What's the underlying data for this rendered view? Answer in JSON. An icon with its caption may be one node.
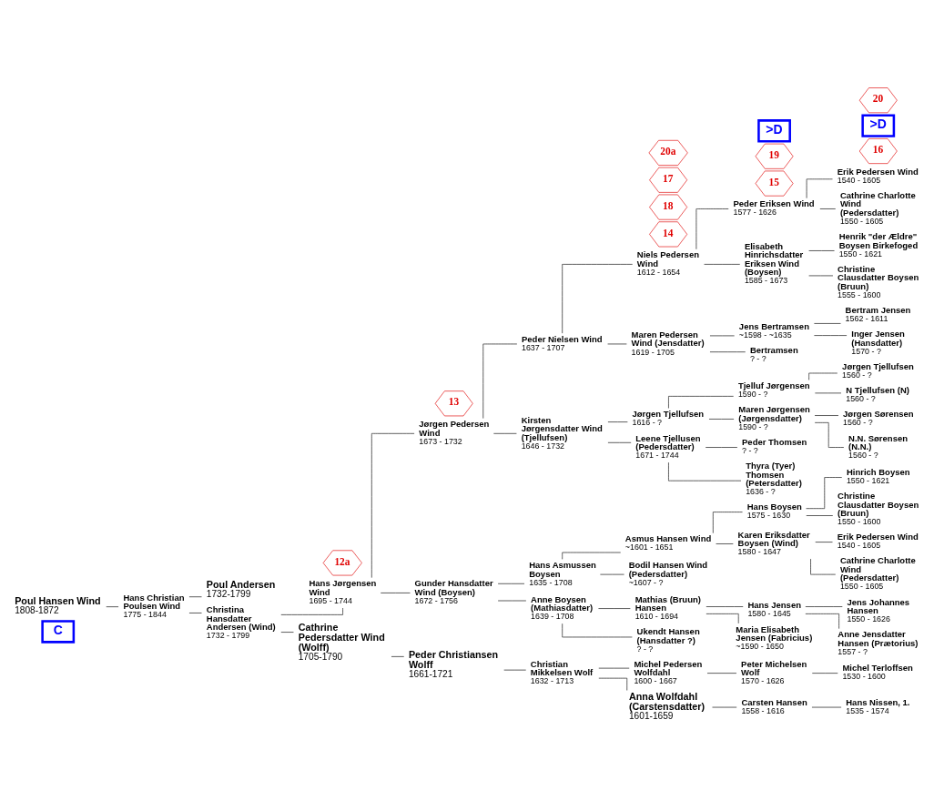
{
  "diagram": {
    "nodes": [
      {
        "text": [
          "C"
        ]
      },
      {
        "text": [
          "Hans Christian Poulsen Wind",
          "1775 - 1844"
        ]
      },
      {
        "text": [
          "Poul Hansen Wind",
          "1808-1872"
        ]
      },
      {
        "text": [
          "Poul Andersen",
          "1732-1799"
        ]
      },
      {
        "text": [
          "Christina Hansdatter Andersen (Wind)",
          "1732 - 1799"
        ]
      },
      {
        "text": [
          "Hans Jørgensen Wind",
          "1695 - 1744"
        ]
      },
      {
        "text": [
          "12a"
        ]
      },
      {
        "text": [
          "Cathrine Pedersdatter Wind (Wolff)",
          "1705-1790"
        ]
      },
      {
        "text": [
          "Jørgen Pedersen Wind",
          "1673 - 1732"
        ]
      },
      {
        "text": [
          "13"
        ]
      },
      {
        "text": [
          "Gunder Hansdatter Wind (Boysen)",
          "1672 - 1756"
        ]
      },
      {
        "text": [
          "Peder Christiansen Wolff",
          "1661-1721"
        ]
      },
      {
        "text": [
          "Peder Nielsen Wind",
          "1637 - 1707"
        ]
      },
      {
        "text": [
          "Kirsten Jørgensdatter Wind (Tjellufsen)",
          "1646 - 1732"
        ]
      },
      {
        "text": [
          "Hans Asmussen Boysen",
          "1635 - 1708"
        ]
      },
      {
        "text": [
          "Anne Boysen (Mathiasdatter)",
          "1639 - 1708"
        ]
      },
      {
        "text": [
          "Christian Mikkelsen Wolf",
          "1632 - 1713"
        ]
      },
      {
        "text": [
          "Niels Pedersen Wind",
          "1612 - 1654"
        ]
      },
      {
        "text": [
          "14"
        ]
      },
      {
        "text": [
          "Maren Pedersen Wind (Jensdatter)",
          "1619 - 1705"
        ]
      },
      {
        "text": [
          "Jørgen Tjellufsen",
          "1616 - ?"
        ]
      },
      {
        "text": [
          "Leene Tjellusen (Pedersdatter)",
          "1671 - 1744"
        ]
      },
      {
        "text": [
          "Asmus Hansen Wind",
          "~1601 - 1651"
        ]
      },
      {
        "text": [
          "18"
        ]
      },
      {
        "text": [
          "Bodil Hansen Wind (Pedersdatter)",
          "~1607 - ?"
        ]
      },
      {
        "text": [
          "Mathias (Bruun) Hansen",
          "1610 - 1694"
        ]
      },
      {
        "text": [
          "17"
        ]
      },
      {
        "text": [
          "Ukendt Hansen (Hansdatter ?)",
          "? - ?"
        ]
      },
      {
        "text": [
          "Michel Pedersen Wolfdahl",
          "1600 - 1667"
        ]
      },
      {
        "text": [
          "20a"
        ]
      },
      {
        "text": [
          "Anna Wolfdahl (Carstensdatter)",
          "1601-1659"
        ]
      },
      {
        "text": [
          "Peder Eriksen Wind",
          "1577 - 1626"
        ]
      },
      {
        "text": [
          "15"
        ]
      },
      {
        "text": [
          "Elisabeth Hinrichsdatter Eriksen Wind (Boysen)",
          "1585 - 1673"
        ]
      },
      {
        "text": [
          "Jens Bertramsen",
          "~1598 - ~1635"
        ]
      },
      {
        "text": [
          "Bertramsen",
          "? - ?"
        ]
      },
      {
        "text": [
          "Tjelluf Jørgensen",
          "1590 - ?"
        ]
      },
      {
        "text": [
          "Maren Jørgensen (Jørgensdatter)",
          "1590 - ?"
        ]
      },
      {
        "text": [
          "Peder Thomsen",
          "? - ?"
        ]
      },
      {
        "text": [
          "Thyra (Tyer) Thomsen (Petersdatter)",
          "1636 - ?"
        ]
      },
      {
        "text": [
          "Hans Boysen",
          "1575 - 1630"
        ]
      },
      {
        "text": [
          "19"
        ]
      },
      {
        "text": [
          "Karen Eriksdatter Boysen (Wind)",
          "1580 - 1647"
        ]
      },
      {
        "text": [
          "Hans Jensen",
          "1580 - 1645"
        ]
      },
      {
        "text": [
          "Maria Elisabeth Jensen (Fabricius)",
          "~1590 - 1650"
        ]
      },
      {
        "text": [
          "Peter Michelsen Wolf",
          "1570 - 1626"
        ]
      },
      {
        "text": [
          "Carsten Hansen",
          "1558 - 1616"
        ]
      },
      {
        "text": [
          ">D"
        ]
      },
      {
        "text": [
          "Erik Pedersen Wind",
          "1540 - 1605"
        ]
      },
      {
        "text": [
          "16"
        ]
      },
      {
        "text": [
          "Cathrine Charlotte Wind (Pedersdatter)",
          "1550 - 1605"
        ]
      },
      {
        "text": [
          "Henrik \"der Ældre\" Boysen Birkefoged",
          "1550 - 1621"
        ]
      },
      {
        "text": [
          "Christine Clausdatter Boysen (Bruun)",
          "1555 - 1600"
        ]
      },
      {
        "text": [
          "Bertram Jensen",
          "1562 - 1611"
        ]
      },
      {
        "text": [
          "Inger Jensen (Hansdatter)",
          "1570 - ?"
        ]
      },
      {
        "text": [
          "Jørgen Tjellufsen",
          "1560 - ?"
        ]
      },
      {
        "text": [
          "N Tjellufsen (N)",
          "1560 - ?"
        ]
      },
      {
        "text": [
          "Jørgen Sørensen",
          "1560 - ?"
        ]
      },
      {
        "text": [
          "N.N. Sørensen (N.N.)",
          "1560 - ?"
        ]
      },
      {
        "text": [
          ">D"
        ]
      },
      {
        "text": [
          "Hinrich Boysen",
          "1550 - 1621"
        ]
      },
      {
        "text": [
          "20"
        ]
      },
      {
        "text": [
          "Christine Clausdatter Boysen (Bruun)",
          "1550 - 1600"
        ]
      },
      {
        "text": [
          "Erik Pedersen Wind",
          "1540 - 1605"
        ]
      },
      {
        "text": [
          "Cathrine Charlotte Wind (Pedersdatter)",
          "1550 - 1605"
        ]
      },
      {
        "text": [
          "Jens Johannes Hansen",
          "1550 - 1626"
        ]
      },
      {
        "text": [
          "Anne Jensdatter Hansen (Prætorius)",
          "1557 - ?"
        ]
      },
      {
        "text": [
          "Michel Terloffsen",
          "1530 - 1600"
        ]
      },
      {
        "text": [
          "Hans Nissen, 1.",
          "1535 - 1574"
        ]
      }
    ],
    "edges": [
      {
        "from": 2,
        "to": 1,
        "arrow": "none"
      },
      {
        "from": 1,
        "to": 3,
        "arrow": "none"
      },
      {
        "from": 1,
        "to": 4,
        "arrow": "none"
      },
      {
        "from": 4,
        "to": 5,
        "arrow": "none"
      },
      {
        "from": 4,
        "to": 7,
        "arrow": "none"
      },
      {
        "from": 5,
        "to": 8,
        "arrow": "none"
      },
      {
        "from": 5,
        "to": 10,
        "arrow": "none"
      },
      {
        "from": 7,
        "to": 11,
        "arrow": "none"
      },
      {
        "from": 8,
        "to": 12,
        "arrow": "none"
      },
      {
        "from": 8,
        "to": 13,
        "arrow": "none"
      },
      {
        "from": 10,
        "to": 14,
        "arrow": "none"
      },
      {
        "from": 10,
        "to": 15,
        "arrow": "none"
      },
      {
        "from": 11,
        "to": 16,
        "arrow": "none"
      },
      {
        "from": 12,
        "to": 17,
        "arrow": "none"
      },
      {
        "from": 12,
        "to": 19,
        "arrow": "none"
      },
      {
        "from": 13,
        "to": 20,
        "arrow": "none"
      },
      {
        "from": 13,
        "to": 21,
        "arrow": "none"
      },
      {
        "from": 14,
        "to": 22,
        "arrow": "none"
      },
      {
        "from": 14,
        "to": 24,
        "arrow": "none"
      },
      {
        "from": 15,
        "to": 25,
        "arrow": "none"
      },
      {
        "from": 15,
        "to": 27,
        "arrow": "none"
      },
      {
        "from": 16,
        "to": 28,
        "arrow": "none"
      },
      {
        "from": 16,
        "to": 30,
        "arrow": "none"
      },
      {
        "from": 17,
        "to": 31,
        "arrow": "none"
      },
      {
        "from": 17,
        "to": 33,
        "arrow": "none"
      },
      {
        "from": 19,
        "to": 34,
        "arrow": "none"
      },
      {
        "from": 19,
        "to": 35,
        "arrow": "none"
      },
      {
        "from": 20,
        "to": 36,
        "arrow": "none"
      },
      {
        "from": 20,
        "to": 37,
        "arrow": "none"
      },
      {
        "from": 21,
        "to": 38,
        "arrow": "none"
      },
      {
        "from": 21,
        "to": 39,
        "arrow": "none"
      },
      {
        "from": 22,
        "to": 40,
        "arrow": "none"
      },
      {
        "from": 22,
        "to": 42,
        "arrow": "none"
      },
      {
        "from": 25,
        "to": 43,
        "arrow": "none"
      },
      {
        "from": 25,
        "to": 44,
        "arrow": "none"
      },
      {
        "from": 28,
        "to": 45,
        "arrow": "none"
      },
      {
        "from": 30,
        "to": 46,
        "arrow": "none"
      },
      {
        "from": 31,
        "to": 48,
        "arrow": "none"
      },
      {
        "from": 31,
        "to": 50,
        "arrow": "none"
      },
      {
        "from": 33,
        "to": 51,
        "arrow": "none"
      },
      {
        "from": 33,
        "to": 52,
        "arrow": "none"
      },
      {
        "from": 34,
        "to": 53,
        "arrow": "none"
      },
      {
        "from": 34,
        "to": 54,
        "arrow": "none"
      },
      {
        "from": 36,
        "to": 55,
        "arrow": "none"
      },
      {
        "from": 36,
        "to": 56,
        "arrow": "none"
      },
      {
        "from": 37,
        "to": 57,
        "arrow": "none"
      },
      {
        "from": 37,
        "to": 58,
        "arrow": "none"
      },
      {
        "from": 40,
        "to": 60,
        "arrow": "none"
      },
      {
        "from": 40,
        "to": 62,
        "arrow": "none"
      },
      {
        "from": 42,
        "to": 63,
        "arrow": "none"
      },
      {
        "from": 42,
        "to": 64,
        "arrow": "none"
      },
      {
        "from": 43,
        "to": 65,
        "arrow": "none"
      },
      {
        "from": 43,
        "to": 66,
        "arrow": "none"
      },
      {
        "from": 45,
        "to": 67,
        "arrow": "none"
      },
      {
        "from": 46,
        "to": 68,
        "arrow": "none"
      }
    ]
  }
}
